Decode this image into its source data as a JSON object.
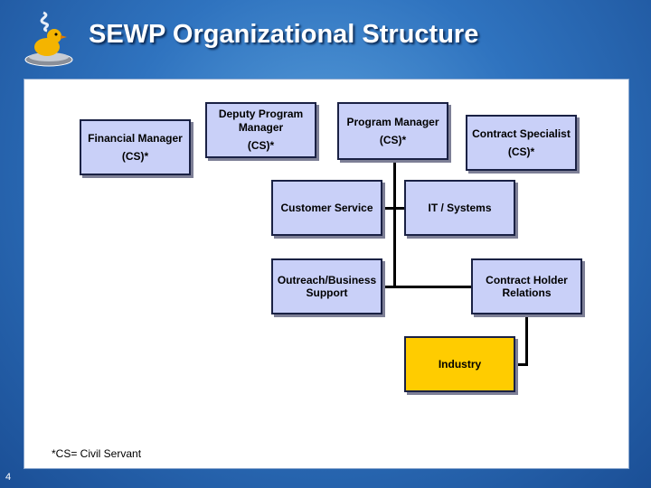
{
  "slide": {
    "title": "SEWP Organizational Structure",
    "page_number": "4",
    "footnote": "*CS= Civil Servant"
  },
  "nodes": {
    "financial_manager": {
      "line1": "Financial Manager",
      "line2": "(CS)*"
    },
    "deputy_program_manager": {
      "line1": "Deputy Program Manager",
      "line2": "(CS)*"
    },
    "program_manager": {
      "line1": "Program Manager",
      "line2": "(CS)*"
    },
    "contract_specialist": {
      "line1": "Contract Specialist",
      "line2": "(CS)*"
    },
    "customer_service": {
      "line1": "Customer Service"
    },
    "it_systems": {
      "line1": "IT / Systems"
    },
    "outreach_business_support": {
      "line1": "Outreach/Business Support"
    },
    "contract_holder_relations": {
      "line1": "Contract Holder Relations"
    },
    "industry": {
      "line1": "Industry"
    }
  },
  "colors": {
    "node_fill": "#c9d0f8",
    "industry_fill": "#ffcc00",
    "background": "#2f73bf"
  },
  "icons": {
    "logo": "sewp-duck-logo-icon"
  }
}
